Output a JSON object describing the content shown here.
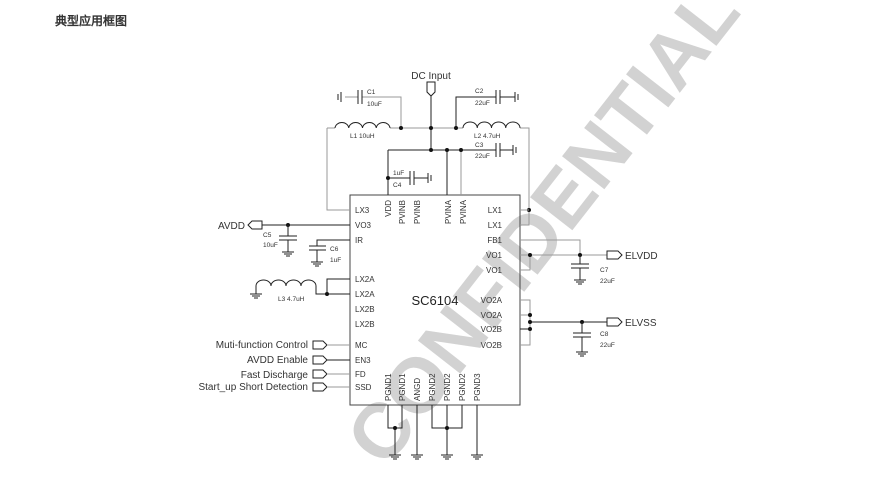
{
  "page_title": "典型应用框图",
  "watermark": "CONFIDENTIAL",
  "chip": {
    "name": "SC6104",
    "left_pins": [
      "LX3",
      "VO3",
      "IR",
      "LX2A",
      "LX2A",
      "LX2B",
      "LX2B",
      "MC",
      "EN3",
      "FD",
      "SSD"
    ],
    "right_pins": [
      "LX1",
      "LX1",
      "FB1",
      "VO1",
      "VO1",
      "VO2A",
      "VO2A",
      "VO2B",
      "VO2B"
    ],
    "top_pins": [
      "VDD",
      "PVINB",
      "PVINB",
      "PVINA",
      "PVINA"
    ],
    "bottom_pins": [
      "PGND1",
      "PGND1",
      "ANGD",
      "PGND2",
      "PGND2",
      "PGND2",
      "PGND3"
    ]
  },
  "ports": {
    "dc_input": "DC Input",
    "avdd": "AVDD",
    "elvdd": "ELVDD",
    "elvss": "ELVSS",
    "mc": "Muti-function Control",
    "en3": "AVDD Enable",
    "fd": "Fast Discharge",
    "ssd": "Start_up Short Detection"
  },
  "components": {
    "c1": {
      "name": "C1",
      "value": "10uF"
    },
    "c2": {
      "name": "C2",
      "value": "22uF"
    },
    "c3": {
      "name": "C3",
      "value": "22uF"
    },
    "c4": {
      "name": "C4",
      "value": "1uF"
    },
    "c5": {
      "name": "C5",
      "value": "10uF"
    },
    "c6": {
      "name": "C6",
      "value": "1uF"
    },
    "c7": {
      "name": "C7",
      "value": "22uF"
    },
    "c8": {
      "name": "C8",
      "value": "22uF"
    },
    "l1": "L1  10uH",
    "l2": "L2  4.7uH",
    "l3": "L3  4.7uH"
  }
}
